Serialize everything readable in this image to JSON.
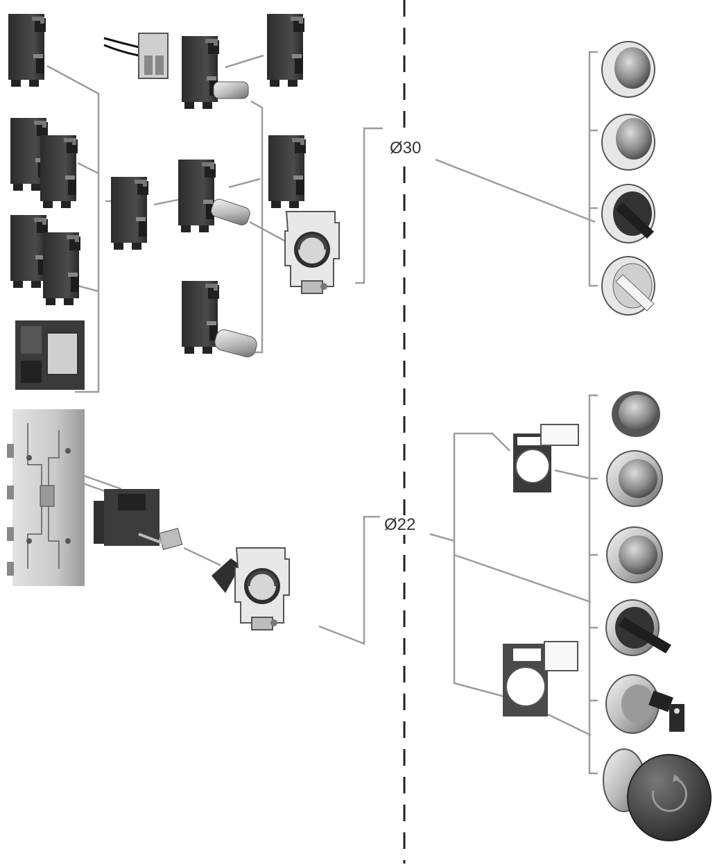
{
  "labels": {
    "d30": "Ø30",
    "d22": "Ø22"
  },
  "colors": {
    "line": "#9c9c9c",
    "dash": "#222222",
    "block_dark": "#333333",
    "block_mid": "#4a4a4a",
    "metal": "#b9b9b9",
    "bezel": "#d7d7d7",
    "cap": "#8e8e8e",
    "estop": "#3a3a3a",
    "pcb": "#cfcfcf"
  },
  "components": [
    "contact-block",
    "wired-connector",
    "light-block",
    "collar",
    "pushbutton-head",
    "selector-head",
    "key-selector-head",
    "emergency-stop-head",
    "legend-holder",
    "printed-circuit-board"
  ]
}
